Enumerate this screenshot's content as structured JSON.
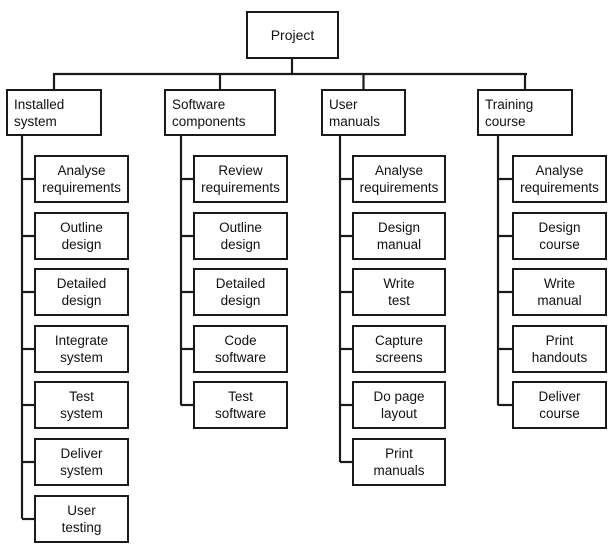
{
  "root": {
    "label": "Project"
  },
  "branches": [
    {
      "label": "Installed\nsystem",
      "children": [
        "Analyse\nrequirements",
        "Outline\ndesign",
        "Detailed\ndesign",
        "Integrate\nsystem",
        "Test\nsystem",
        "Deliver\nsystem",
        "User\ntesting"
      ]
    },
    {
      "label": "Software\ncomponents",
      "children": [
        "Review\nrequirements",
        "Outline\ndesign",
        "Detailed\ndesign",
        "Code\nsoftware",
        "Test\nsoftware"
      ]
    },
    {
      "label": "User\nmanuals",
      "children": [
        "Analyse\nrequirements",
        "Design\nmanual",
        "Write\ntest",
        "Capture\nscreens",
        "Do page\nlayout",
        "Print\nmanuals"
      ]
    },
    {
      "label": "Training\ncourse",
      "children": [
        "Analyse\nrequirements",
        "Design\ncourse",
        "Write\nmanual",
        "Print\nhandouts",
        "Deliver\ncourse"
      ]
    }
  ]
}
